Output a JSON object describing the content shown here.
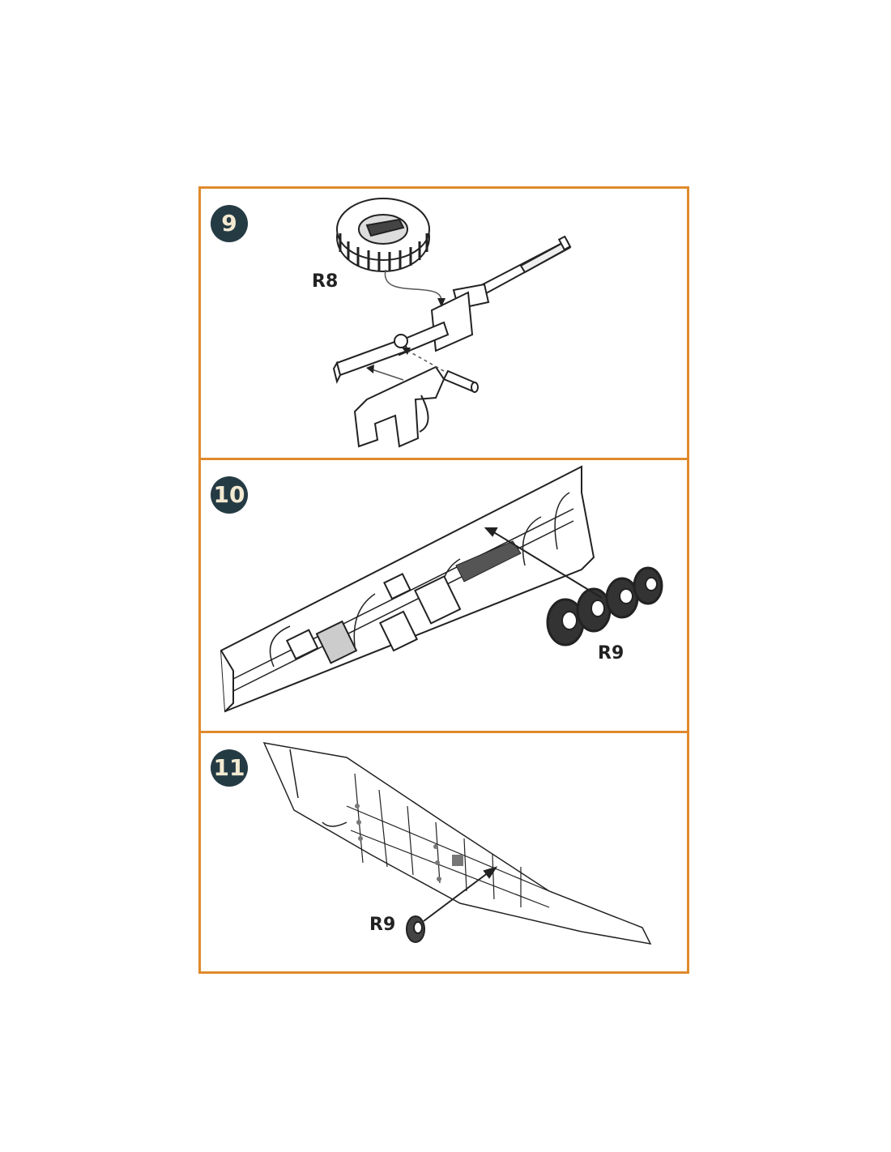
{
  "steps": [
    {
      "number": "9",
      "parts": [
        "R8"
      ]
    },
    {
      "number": "10",
      "parts": [
        "R9"
      ]
    },
    {
      "number": "11",
      "parts": [
        "R9"
      ]
    }
  ],
  "colors": {
    "frame": "#e08a2c",
    "badge": "#253b44",
    "badge_text": "#f3ead2",
    "ink": "#222222"
  }
}
